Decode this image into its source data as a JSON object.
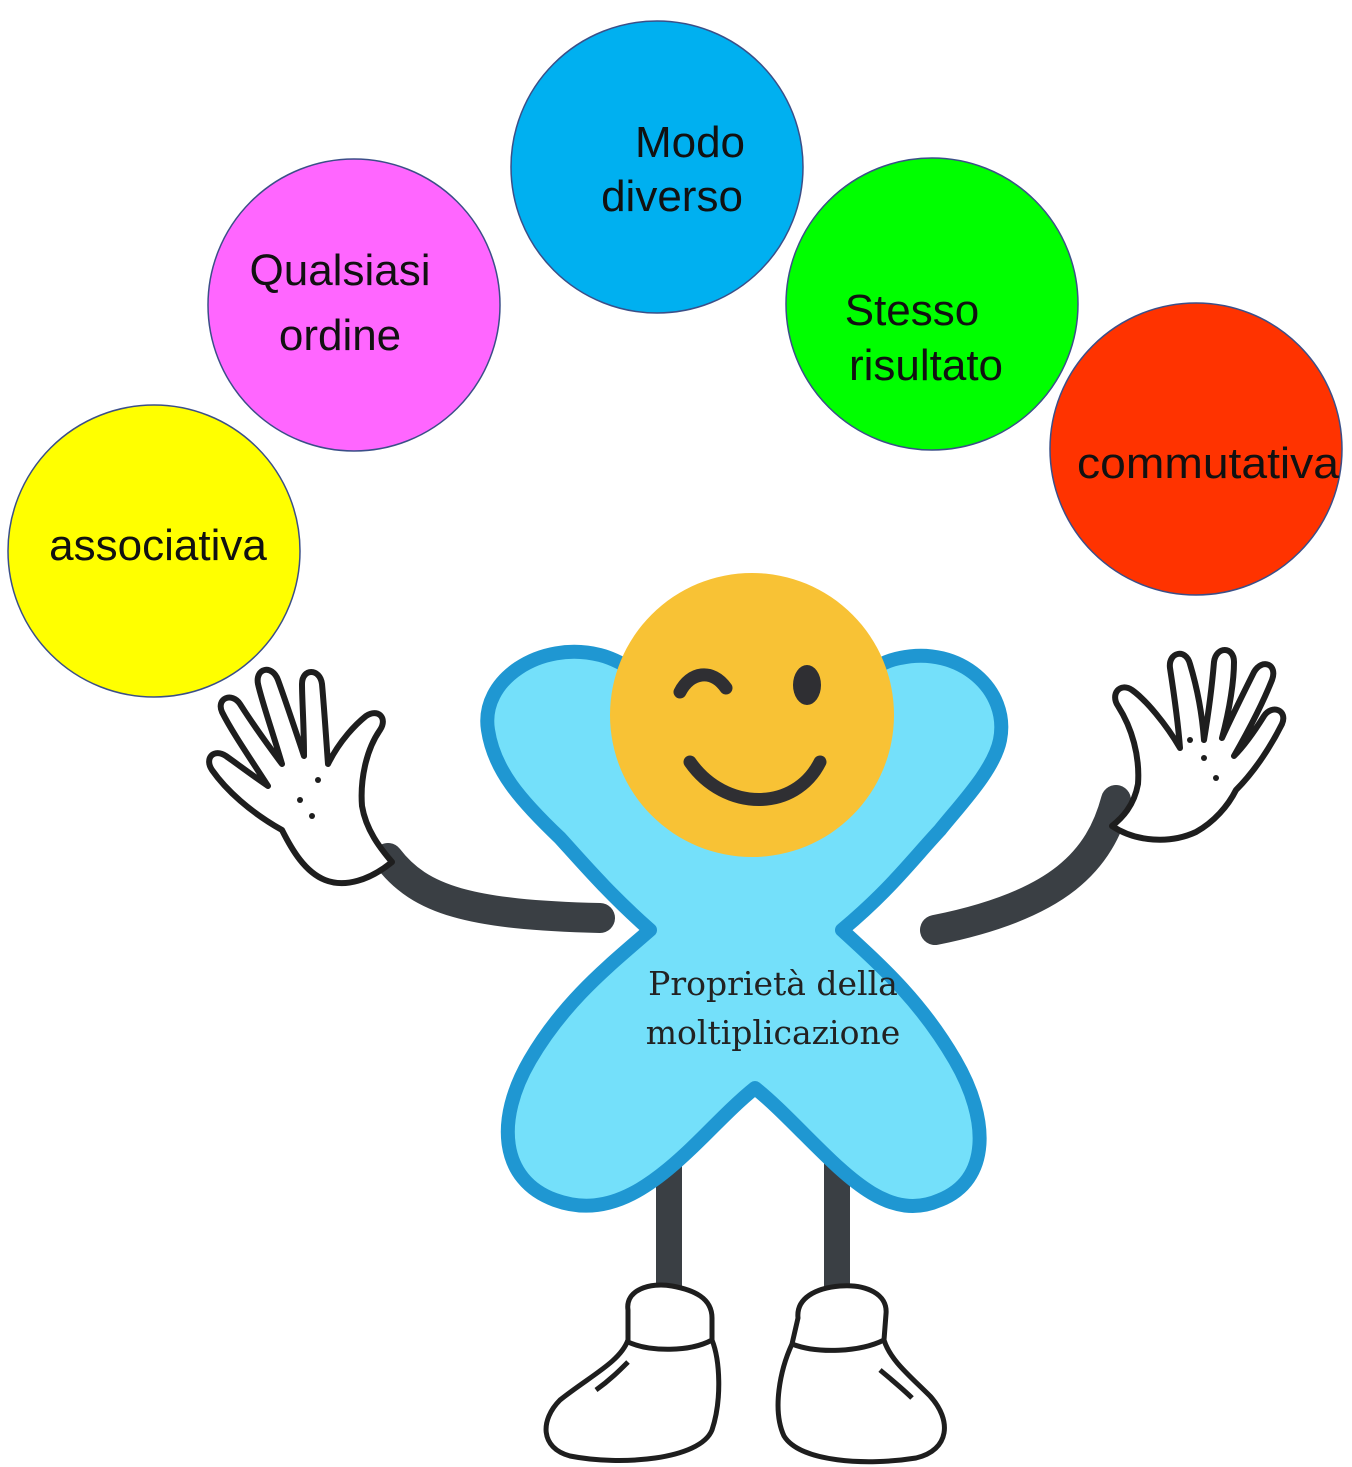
{
  "bubbles": [
    {
      "id": "associativa",
      "lines": [
        "associativa"
      ],
      "color": "#FFFF00"
    },
    {
      "id": "qualsiasi-ordine",
      "lines": [
        "Qualsiasi",
        "ordine"
      ],
      "color": "#FF66FF"
    },
    {
      "id": "modo-diverso",
      "lines": [
        "Modo",
        "diverso"
      ],
      "color": "#00B0F0"
    },
    {
      "id": "stesso-risultato",
      "lines": [
        "Stesso",
        "risultato"
      ],
      "color": "#00FF00"
    },
    {
      "id": "commutativa",
      "lines": [
        "commutativa"
      ],
      "color": "#FF3300"
    }
  ],
  "mascot": {
    "body_text_line1": "Proprietà della",
    "body_text_line2": "moltiplicazione",
    "body_color": "#74E0FA",
    "body_outline_color": "#1F97D2",
    "face_color": "#F8C235"
  }
}
